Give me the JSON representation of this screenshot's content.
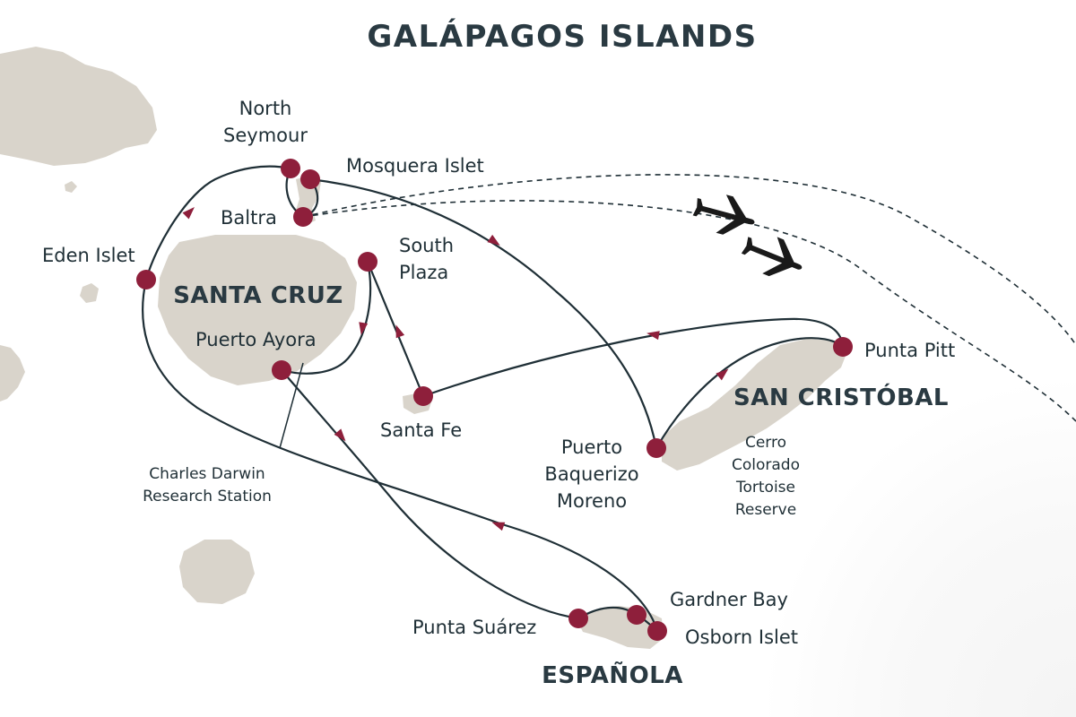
{
  "title": "GALÁPAGOS ISLANDS",
  "islands": {
    "santa_cruz": "SANTA CRUZ",
    "san_cristobal": "SAN CRISTÓBAL",
    "espanola": "ESPAÑOLA"
  },
  "stops": {
    "north_seymour": [
      "North",
      "Seymour"
    ],
    "mosquera": "Mosquera Islet",
    "baltra": "Baltra",
    "eden": "Eden Islet",
    "south_plaza": [
      "South",
      "Plaza"
    ],
    "puerto_ayora": "Puerto Ayora",
    "santa_fe": "Santa Fe",
    "puerto_baquerizo": [
      "Puerto",
      "Baquerizo",
      "Moreno"
    ],
    "punta_pitt": "Punta Pitt",
    "gardner": "Gardner Bay",
    "osborn": "Osborn Islet",
    "punta_suarez": "Punta Suárez"
  },
  "landmarks": {
    "darwin_station": [
      "Charles Darwin",
      "Research Station"
    ],
    "cerro_colorado": [
      "Cerro",
      "Colorado",
      "Tortoise",
      "Reserve"
    ]
  },
  "colors": {
    "stop": "#8e1f3b",
    "route": "#1f2f36",
    "land": "#d9d4cb"
  },
  "icons": [
    "airplane-icon",
    "airplane-icon"
  ]
}
